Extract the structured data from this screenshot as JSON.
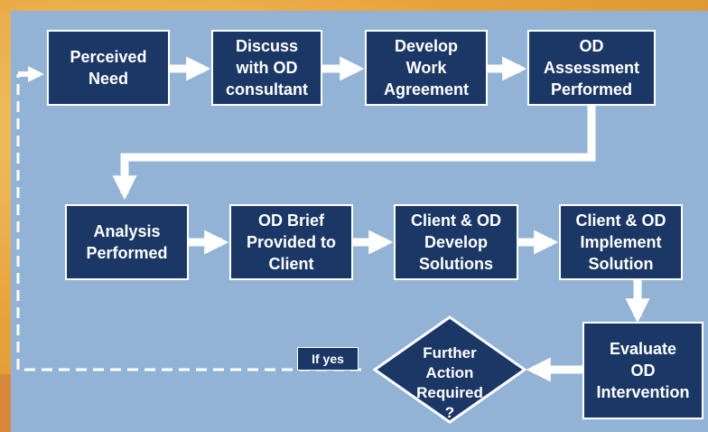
{
  "diagram": {
    "nodes": [
      {
        "id": "perceived-need",
        "label": "Perceived\nNeed"
      },
      {
        "id": "discuss-consultant",
        "label": "Discuss\nwith OD\nconsultant"
      },
      {
        "id": "develop-agreement",
        "label": "Develop\nWork\nAgreement"
      },
      {
        "id": "assessment",
        "label": "OD\nAssessment\nPerformed"
      },
      {
        "id": "analysis",
        "label": "Analysis\nPerformed"
      },
      {
        "id": "brief",
        "label": "OD Brief\nProvided to\nClient"
      },
      {
        "id": "develop-solutions",
        "label": "Client & OD\nDevelop\nSolutions"
      },
      {
        "id": "implement",
        "label": "Client & OD\nImplement\nSolution"
      },
      {
        "id": "evaluate",
        "label": "Evaluate\nOD\nIntervention"
      }
    ],
    "decision": {
      "label": "Further\nAction\nRequired\n?"
    },
    "loop_label": "If yes",
    "colors": {
      "box": "#1b3766",
      "panel": "#93b3d6",
      "arrow": "#ffffff"
    }
  }
}
